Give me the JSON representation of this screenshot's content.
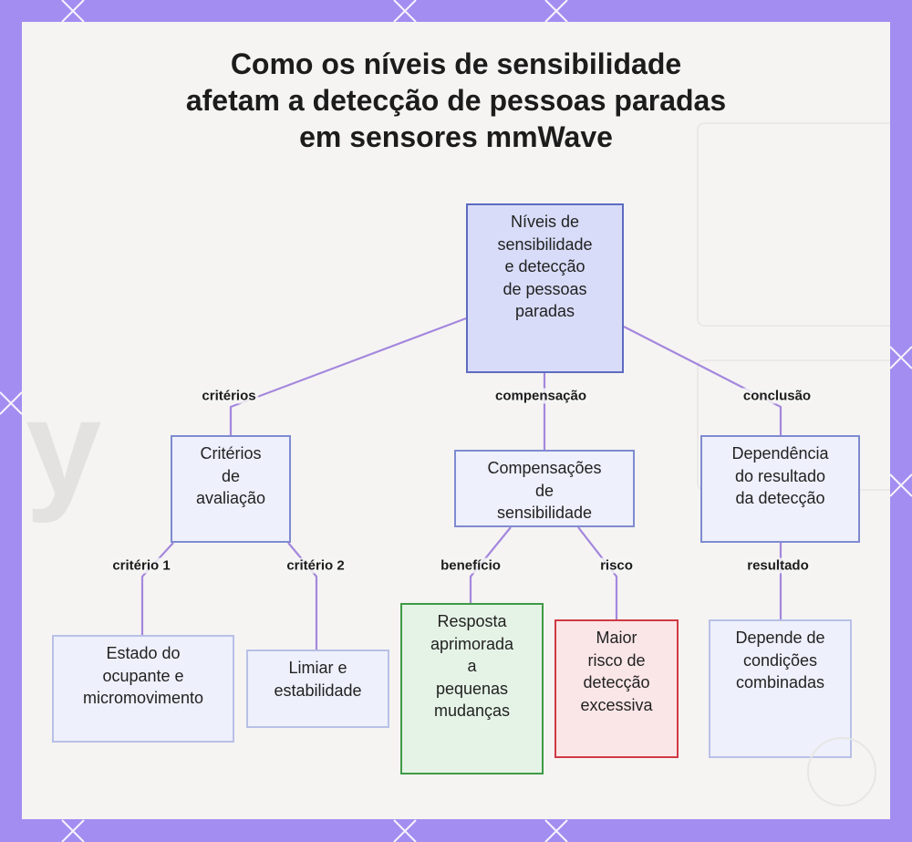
{
  "title": {
    "line1": "Como os níveis de sensibilidade",
    "line2": "afetam a detecção de pessoas paradas",
    "line3": "em sensores mmWave"
  },
  "nodes": {
    "root": [
      "Níveis de",
      "sensibilidade",
      "e detecção",
      "de pessoas",
      "paradas"
    ],
    "criteria": [
      "Critérios",
      "de",
      "avaliação"
    ],
    "tradeoffs": [
      "Compensações",
      "de",
      "sensibilidade"
    ],
    "dependence": [
      "Dependência",
      "do resultado",
      "da detecção"
    ],
    "occupant": [
      "Estado do",
      "ocupante e",
      "micromovimento"
    ],
    "threshold": [
      "Limiar e",
      "estabilidade"
    ],
    "response": [
      "Resposta",
      "aprimorada",
      "a",
      "pequenas",
      "mudanças"
    ],
    "risk": [
      "Maior",
      "risco de",
      "detecção",
      "excessiva"
    ],
    "conditions": [
      "Depende de",
      "condições",
      "combinadas"
    ]
  },
  "edges": {
    "criteria": "critérios",
    "tradeoff": "compensação",
    "conclusion": "conclusão",
    "criterion1": "critério 1",
    "criterion2": "critério 2",
    "benefit": "benefício",
    "risk": "risco",
    "result": "resultado"
  },
  "colors": {
    "frame": "#a48df0",
    "link": "#a487dd",
    "benefit": "#3f9a46",
    "risk": "#d03a43"
  }
}
